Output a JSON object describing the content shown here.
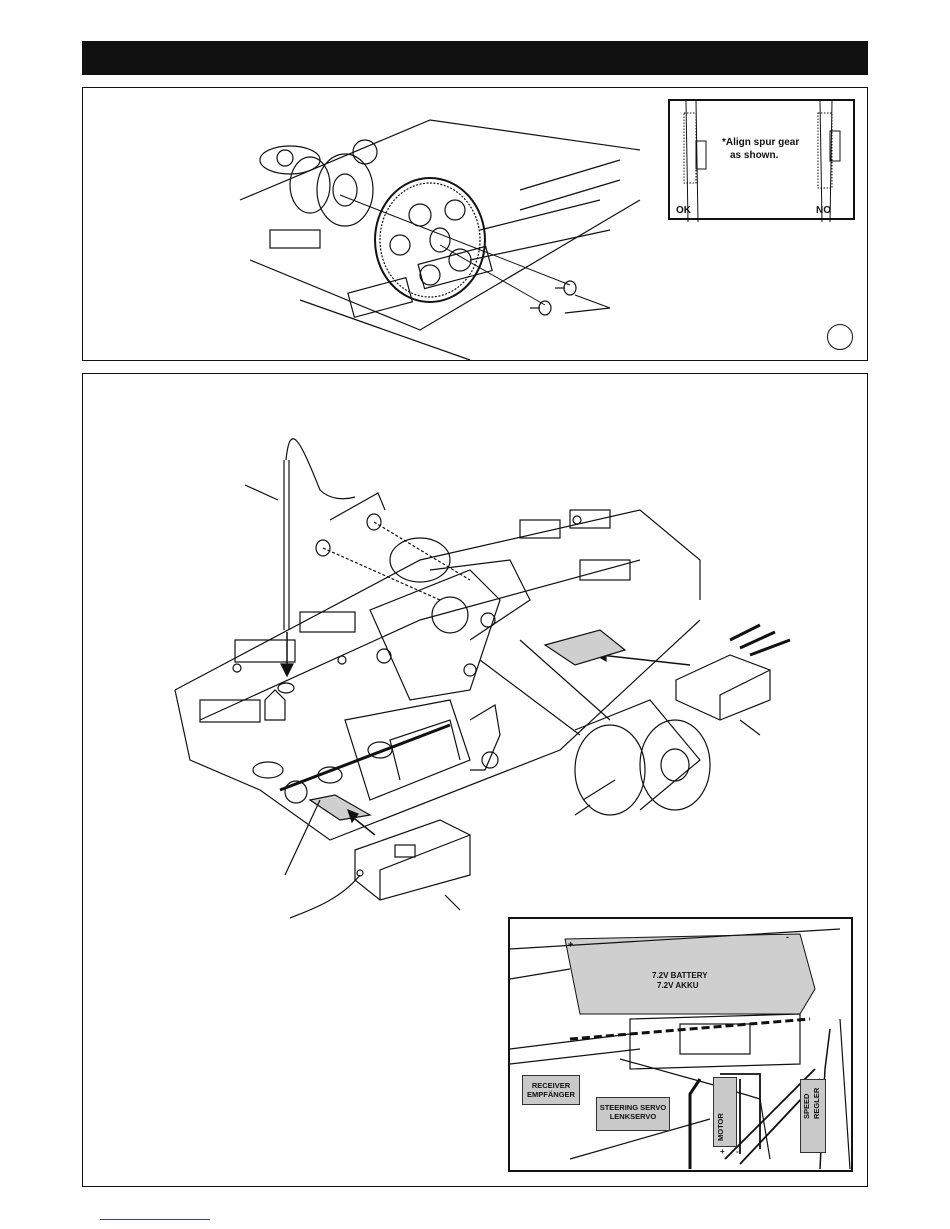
{
  "spur_inset": {
    "note_line1": "*Align spur gear",
    "note_line2": "as shown.",
    "ok_label": "OK",
    "no_label": "NO"
  },
  "wiring_inset": {
    "battery_line1": "7.2V BATTERY",
    "battery_line2": "7.2V AKKU",
    "receiver_line1": "RECEIVER",
    "receiver_line2": "EMPFÄNGER",
    "servo_line1": "STEERING SERVO",
    "servo_line2": "LENKSERVO",
    "motor": "MOTOR",
    "speed_line1": "SPEED",
    "speed_line2": "REGLER",
    "plus": "+",
    "minus": "-"
  }
}
